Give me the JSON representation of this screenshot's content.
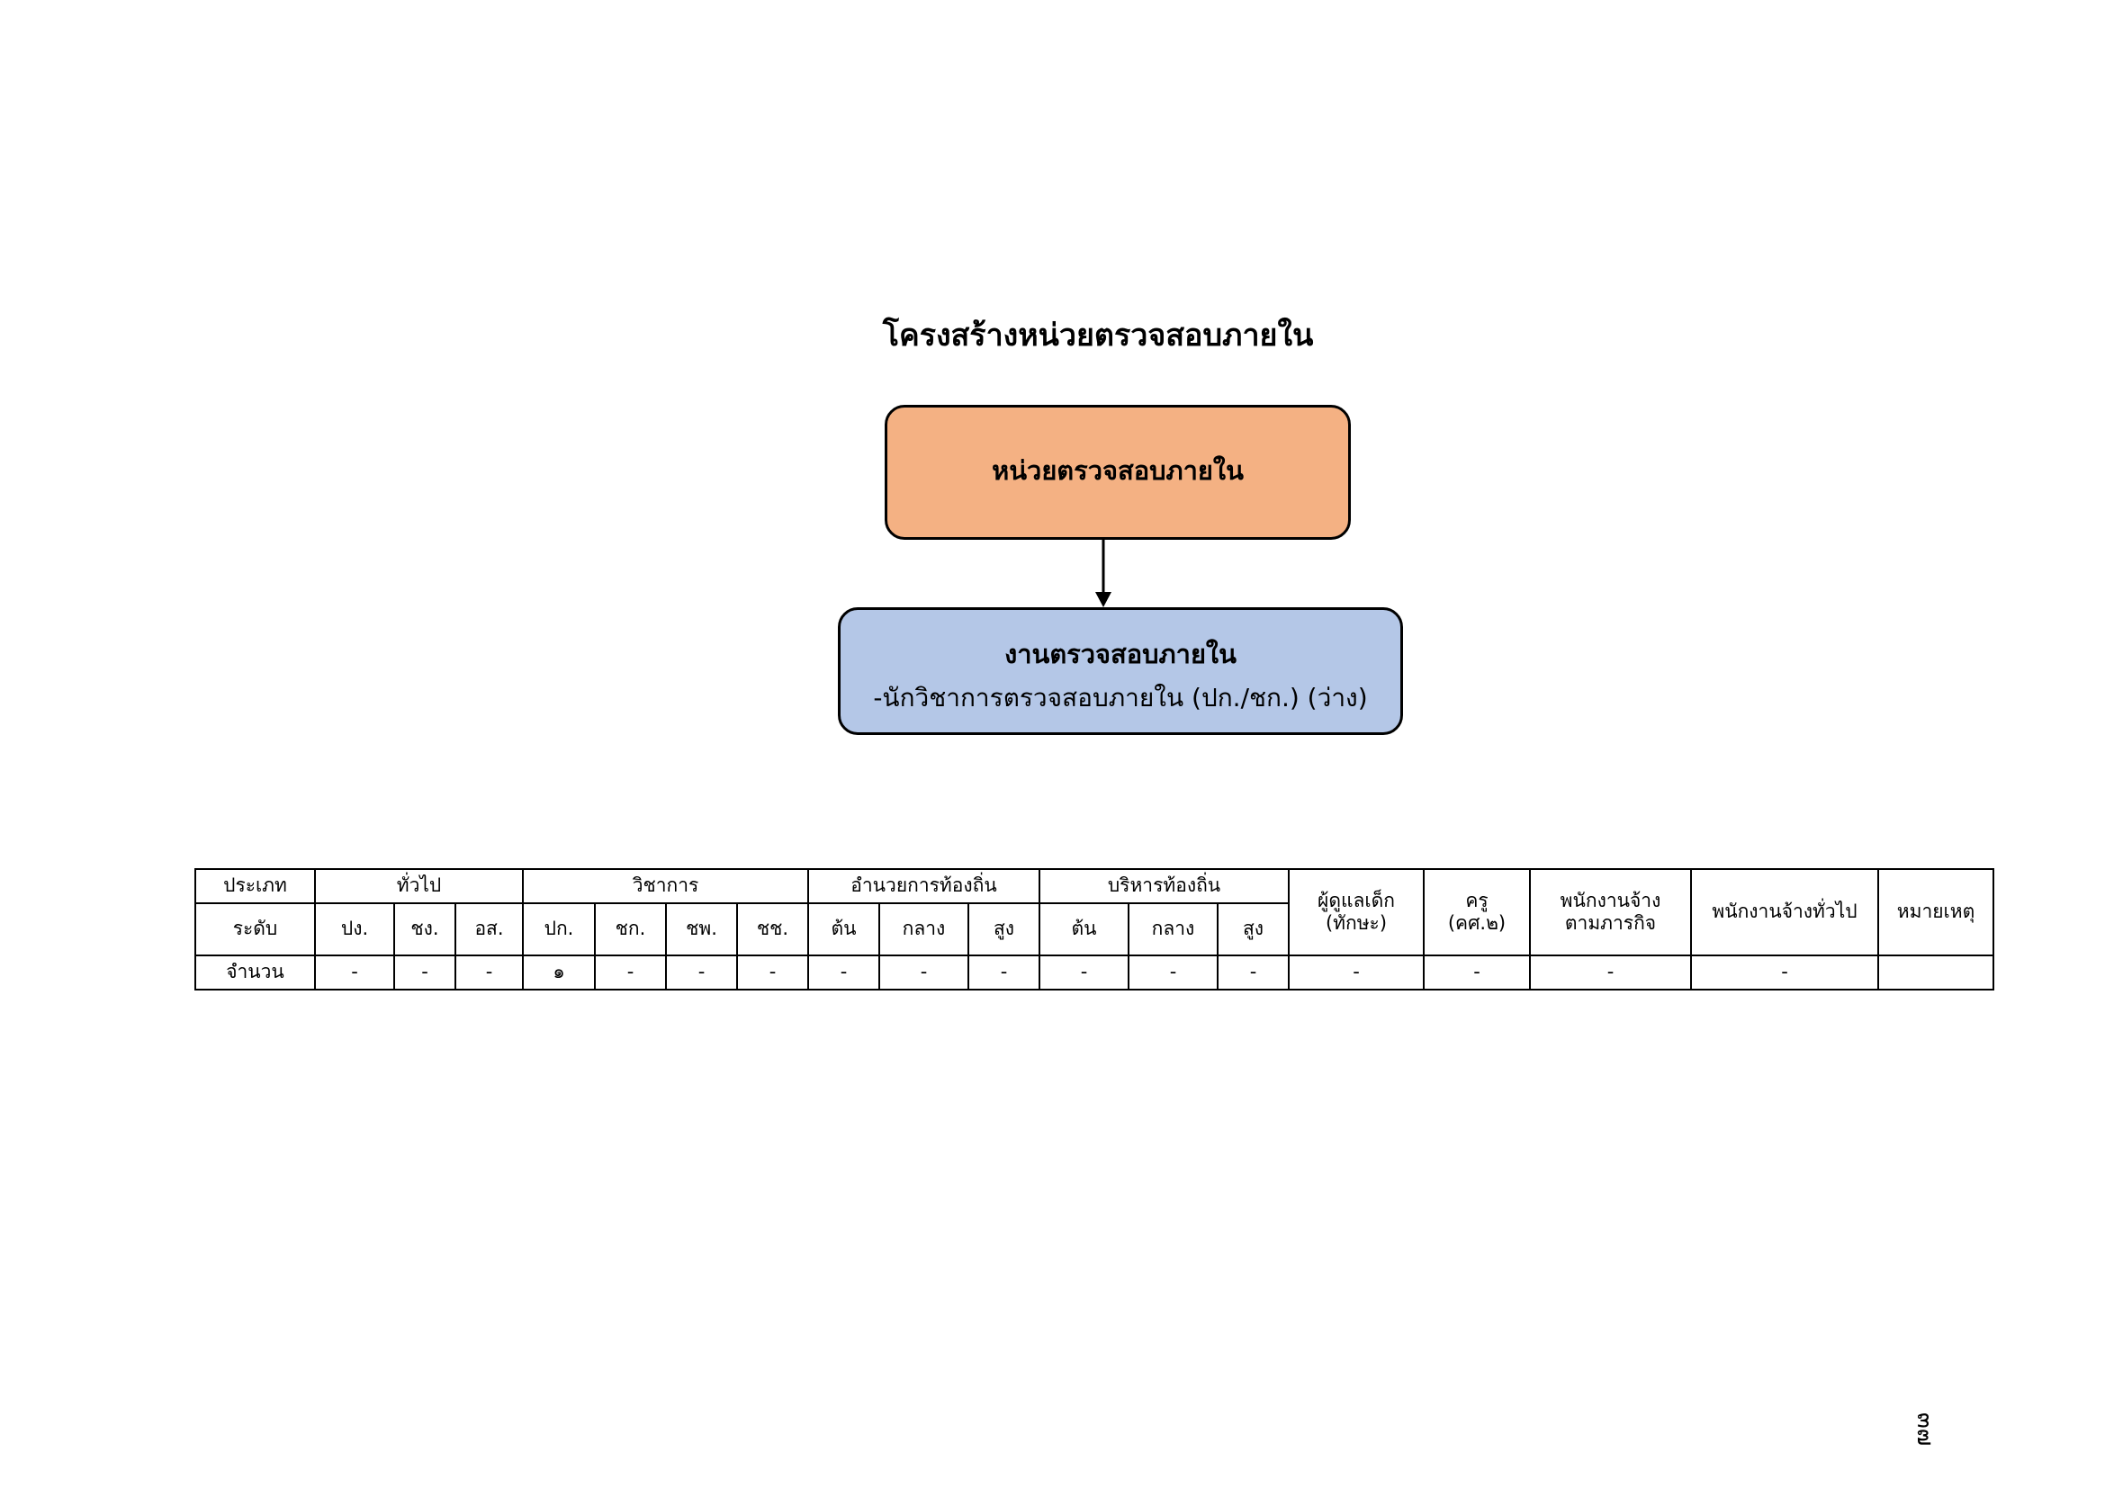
{
  "title": "โครงสร้างหน่วยตรวจสอบภายใน",
  "org_chart": {
    "top_box": {
      "title": "หน่วยตรวจสอบภายใน",
      "color": "#f4b183"
    },
    "bottom_box": {
      "title": "งานตรวจสอบภายใน",
      "subtitle": "-นักวิชาการตรวจสอบภายใน (ปก./ชก.) (ว่าง)",
      "color": "#b4c7e7"
    }
  },
  "table": {
    "row_label_type": "ประเภท",
    "row_label_level": "ระดับ",
    "row_label_count": "จำนวน",
    "groups": {
      "general": "ทั่วไป",
      "academic": "วิชาการ",
      "local_director": "อำนวยการท้องถิ่น",
      "local_admin": "บริหารท้องถิ่น",
      "caregiver": "ผู้ดูแลเด็ก",
      "caregiver_sub": "(ทักษะ)",
      "teacher": "ครู",
      "teacher_sub": "(คศ.๒)",
      "mission_employee": "พนักงานจ้าง",
      "mission_employee_sub": "ตามภารกิจ",
      "general_employee": "พนักงานจ้างทั่วไป",
      "remarks": "หมายเหตุ"
    },
    "levels": {
      "general": [
        "ปง.",
        "ชง.",
        "อส."
      ],
      "academic": [
        "ปก.",
        "ชก.",
        "ชพ.",
        "ชช."
      ],
      "local_director": [
        "ต้น",
        "กลาง",
        "สูง"
      ],
      "local_admin": [
        "ต้น",
        "กลาง",
        "สูง"
      ]
    },
    "counts": {
      "general": [
        "-",
        "-",
        "-"
      ],
      "academic": [
        "๑",
        "-",
        "-",
        "-"
      ],
      "local_director": [
        "-",
        "-",
        "-"
      ],
      "local_admin": [
        "-",
        "-",
        "-"
      ],
      "caregiver": "-",
      "teacher": "-",
      "mission_employee": "-",
      "general_employee": "-",
      "remarks": ""
    }
  },
  "page_number": "๓๗"
}
